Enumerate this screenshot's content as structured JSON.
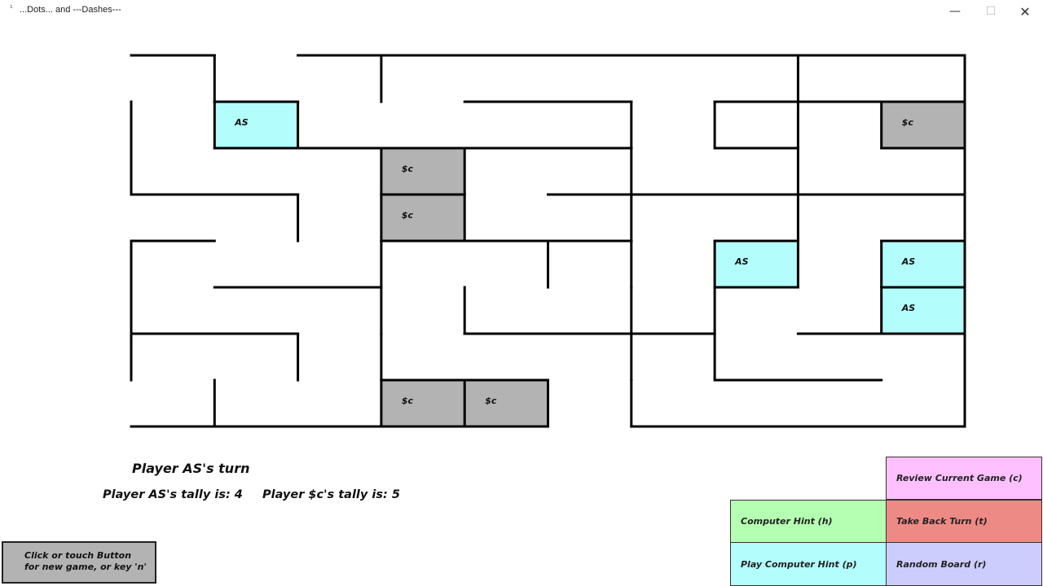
{
  "window": {
    "icon": "¹",
    "title": "...Dots... and ---Dashes---",
    "minimize_icon": "—",
    "maximize_icon": "☐",
    "close_icon": "✕"
  },
  "colors": {
    "player_a_box": "#b4fdfd",
    "player_b_box": "#b3b3b3",
    "line": "#000000",
    "background": "#ffffff"
  },
  "board": {
    "grid_cols": 10,
    "grid_rows": 8,
    "boxes": [
      {
        "col": 1,
        "row": 1,
        "owner": "AS"
      },
      {
        "col": 9,
        "row": 1,
        "owner": "$c"
      },
      {
        "col": 3,
        "row": 2,
        "owner": "$c"
      },
      {
        "col": 3,
        "row": 3,
        "owner": "$c"
      },
      {
        "col": 7,
        "row": 4,
        "owner": "AS"
      },
      {
        "col": 9,
        "row": 4,
        "owner": "AS"
      },
      {
        "col": 9,
        "row": 5,
        "owner": "AS"
      },
      {
        "col": 3,
        "row": 7,
        "owner": "$c"
      },
      {
        "col": 4,
        "row": 7,
        "owner": "$c"
      }
    ],
    "h_lines": [
      [
        0,
        0
      ],
      [
        2,
        0
      ],
      [
        3,
        0
      ],
      [
        4,
        0
      ],
      [
        5,
        0
      ],
      [
        6,
        0
      ],
      [
        7,
        0
      ],
      [
        8,
        0
      ],
      [
        9,
        0
      ],
      [
        1,
        1
      ],
      [
        4,
        1
      ],
      [
        5,
        1
      ],
      [
        7,
        1
      ],
      [
        8,
        1
      ],
      [
        9,
        1
      ],
      [
        1,
        2
      ],
      [
        2,
        2
      ],
      [
        3,
        2
      ],
      [
        4,
        2
      ],
      [
        5,
        2
      ],
      [
        7,
        2
      ],
      [
        9,
        2
      ],
      [
        0,
        3
      ],
      [
        1,
        3
      ],
      [
        3,
        3
      ],
      [
        5,
        3
      ],
      [
        6,
        3
      ],
      [
        7,
        3
      ],
      [
        8,
        3
      ],
      [
        9,
        3
      ],
      [
        0,
        4
      ],
      [
        3,
        4
      ],
      [
        4,
        4
      ],
      [
        5,
        4
      ],
      [
        7,
        4
      ],
      [
        9,
        4
      ],
      [
        1,
        5
      ],
      [
        2,
        5
      ],
      [
        7,
        5
      ],
      [
        9,
        5
      ],
      [
        0,
        6
      ],
      [
        1,
        6
      ],
      [
        4,
        6
      ],
      [
        5,
        6
      ],
      [
        6,
        6
      ],
      [
        8,
        6
      ],
      [
        9,
        6
      ],
      [
        3,
        7
      ],
      [
        4,
        7
      ],
      [
        7,
        7
      ],
      [
        8,
        7
      ],
      [
        0,
        8
      ],
      [
        1,
        8
      ],
      [
        2,
        8
      ],
      [
        3,
        8
      ],
      [
        4,
        8
      ],
      [
        6,
        8
      ],
      [
        7,
        8
      ],
      [
        8,
        8
      ],
      [
        9,
        8
      ]
    ],
    "v_lines": [
      [
        1,
        0
      ],
      [
        3,
        0
      ],
      [
        8,
        0
      ],
      [
        10,
        0
      ],
      [
        0,
        1
      ],
      [
        1,
        1
      ],
      [
        2,
        1
      ],
      [
        6,
        1
      ],
      [
        7,
        1
      ],
      [
        8,
        1
      ],
      [
        9,
        1
      ],
      [
        10,
        1
      ],
      [
        0,
        2
      ],
      [
        3,
        2
      ],
      [
        4,
        2
      ],
      [
        6,
        2
      ],
      [
        8,
        2
      ],
      [
        10,
        2
      ],
      [
        2,
        3
      ],
      [
        3,
        3
      ],
      [
        4,
        3
      ],
      [
        6,
        3
      ],
      [
        8,
        3
      ],
      [
        10,
        3
      ],
      [
        0,
        4
      ],
      [
        3,
        4
      ],
      [
        5,
        4
      ],
      [
        6,
        4
      ],
      [
        7,
        4
      ],
      [
        8,
        4
      ],
      [
        9,
        4
      ],
      [
        10,
        4
      ],
      [
        0,
        5
      ],
      [
        3,
        5
      ],
      [
        4,
        5
      ],
      [
        6,
        5
      ],
      [
        7,
        5
      ],
      [
        9,
        5
      ],
      [
        10,
        5
      ],
      [
        0,
        6
      ],
      [
        2,
        6
      ],
      [
        3,
        6
      ],
      [
        6,
        6
      ],
      [
        7,
        6
      ],
      [
        10,
        6
      ],
      [
        1,
        7
      ],
      [
        3,
        7
      ],
      [
        4,
        7
      ],
      [
        5,
        7
      ],
      [
        6,
        7
      ],
      [
        10,
        7
      ]
    ]
  },
  "status": {
    "turn": "Player AS's turn",
    "tally_a": "Player AS's tally is: 4",
    "tally_b": "Player $c's tally is: 5"
  },
  "new_game": {
    "line1": "Click or touch Button",
    "line2": "for new game, or key 'n'"
  },
  "controls": {
    "review": "Review Current Game (c)",
    "hint": "Computer Hint (h)",
    "take_back": "Take Back Turn (t)",
    "play_hint": "Play Computer Hint (p)",
    "random_board": "Random Board (r)"
  }
}
